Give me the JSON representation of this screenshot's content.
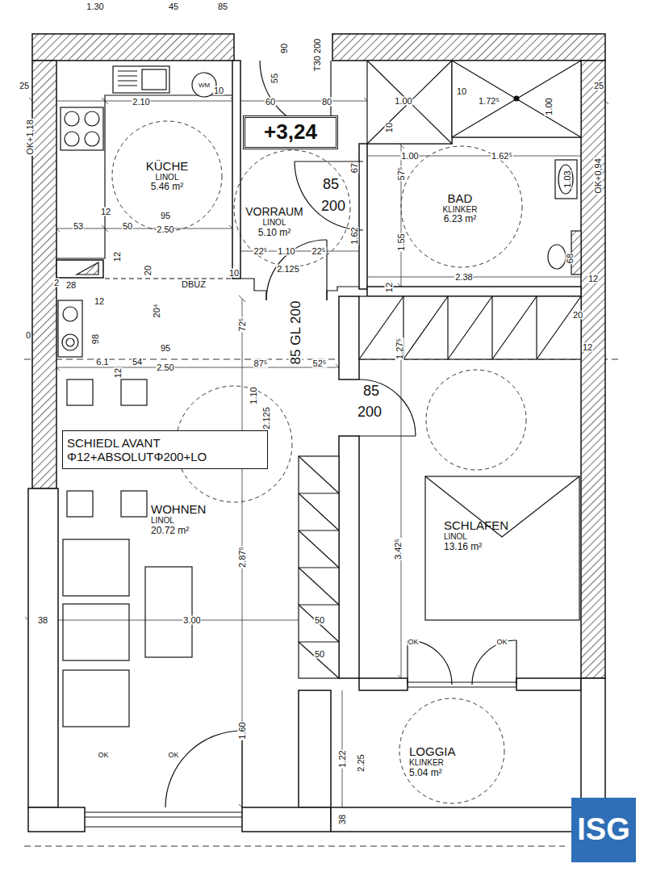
{
  "diagram": {
    "nodes": [
      {
        "text": [
          "KÜCHE",
          "LINOL",
          "5.46 m²"
        ]
      },
      {
        "text": [
          "+3,24"
        ]
      },
      {
        "text": [
          "VORRAUM",
          "LINOL",
          "5.10 m²"
        ]
      },
      {
        "text": [
          "BAD",
          "KLINKER",
          "6.23 m²"
        ]
      },
      {
        "text": [
          "SCHIEDL AVANT Φ12+ABSOLUTΦ200+LO"
        ]
      },
      {
        "text": [
          "WOHNEN",
          "LINOL",
          "20.72 m²"
        ]
      },
      {
        "text": [
          "SCHLAFEN",
          "LINOL",
          "13.16 m²"
        ]
      },
      {
        "text": [
          "LOGGIA",
          "KLINKER",
          "5.04 m²"
        ]
      },
      {
        "text": [
          "ISG"
        ]
      }
    ],
    "labels": [
      "1.30",
      "45",
      "85",
      "90",
      "55",
      "T30 200",
      "25",
      "2.10",
      "10",
      "60",
      "80",
      "1.00",
      "10",
      "1.72⁵",
      "1.00",
      "25",
      "10",
      "1.00",
      "1.62⁵",
      "67",
      "57⁵",
      "1.03",
      "OK+0,94",
      "OK+1,18",
      "85",
      "200",
      "1.62",
      "1.55",
      "68",
      "2.38",
      "12",
      "12",
      "53",
      "12",
      "50",
      "95",
      "2.50",
      "12",
      "20",
      "28",
      "2",
      "12",
      "DBUZ",
      "10",
      "22⁵",
      "1.10",
      "22⁵",
      "2.125",
      "72⁵",
      "85 GL 200",
      "98",
      "20⁴",
      "6.1",
      "54",
      "95",
      "12",
      "2.50",
      "87⁵",
      "52⁵",
      "1.27⁵",
      "20",
      "12",
      "85",
      "200",
      "1.10",
      "2.125",
      "2.87⁵",
      "3.42⁵",
      "38",
      "3.00",
      "50",
      "50",
      "1.60",
      "1.22",
      "2.25",
      "38",
      "OK",
      "OK",
      "OK",
      "OK",
      "0",
      "WM"
    ]
  }
}
